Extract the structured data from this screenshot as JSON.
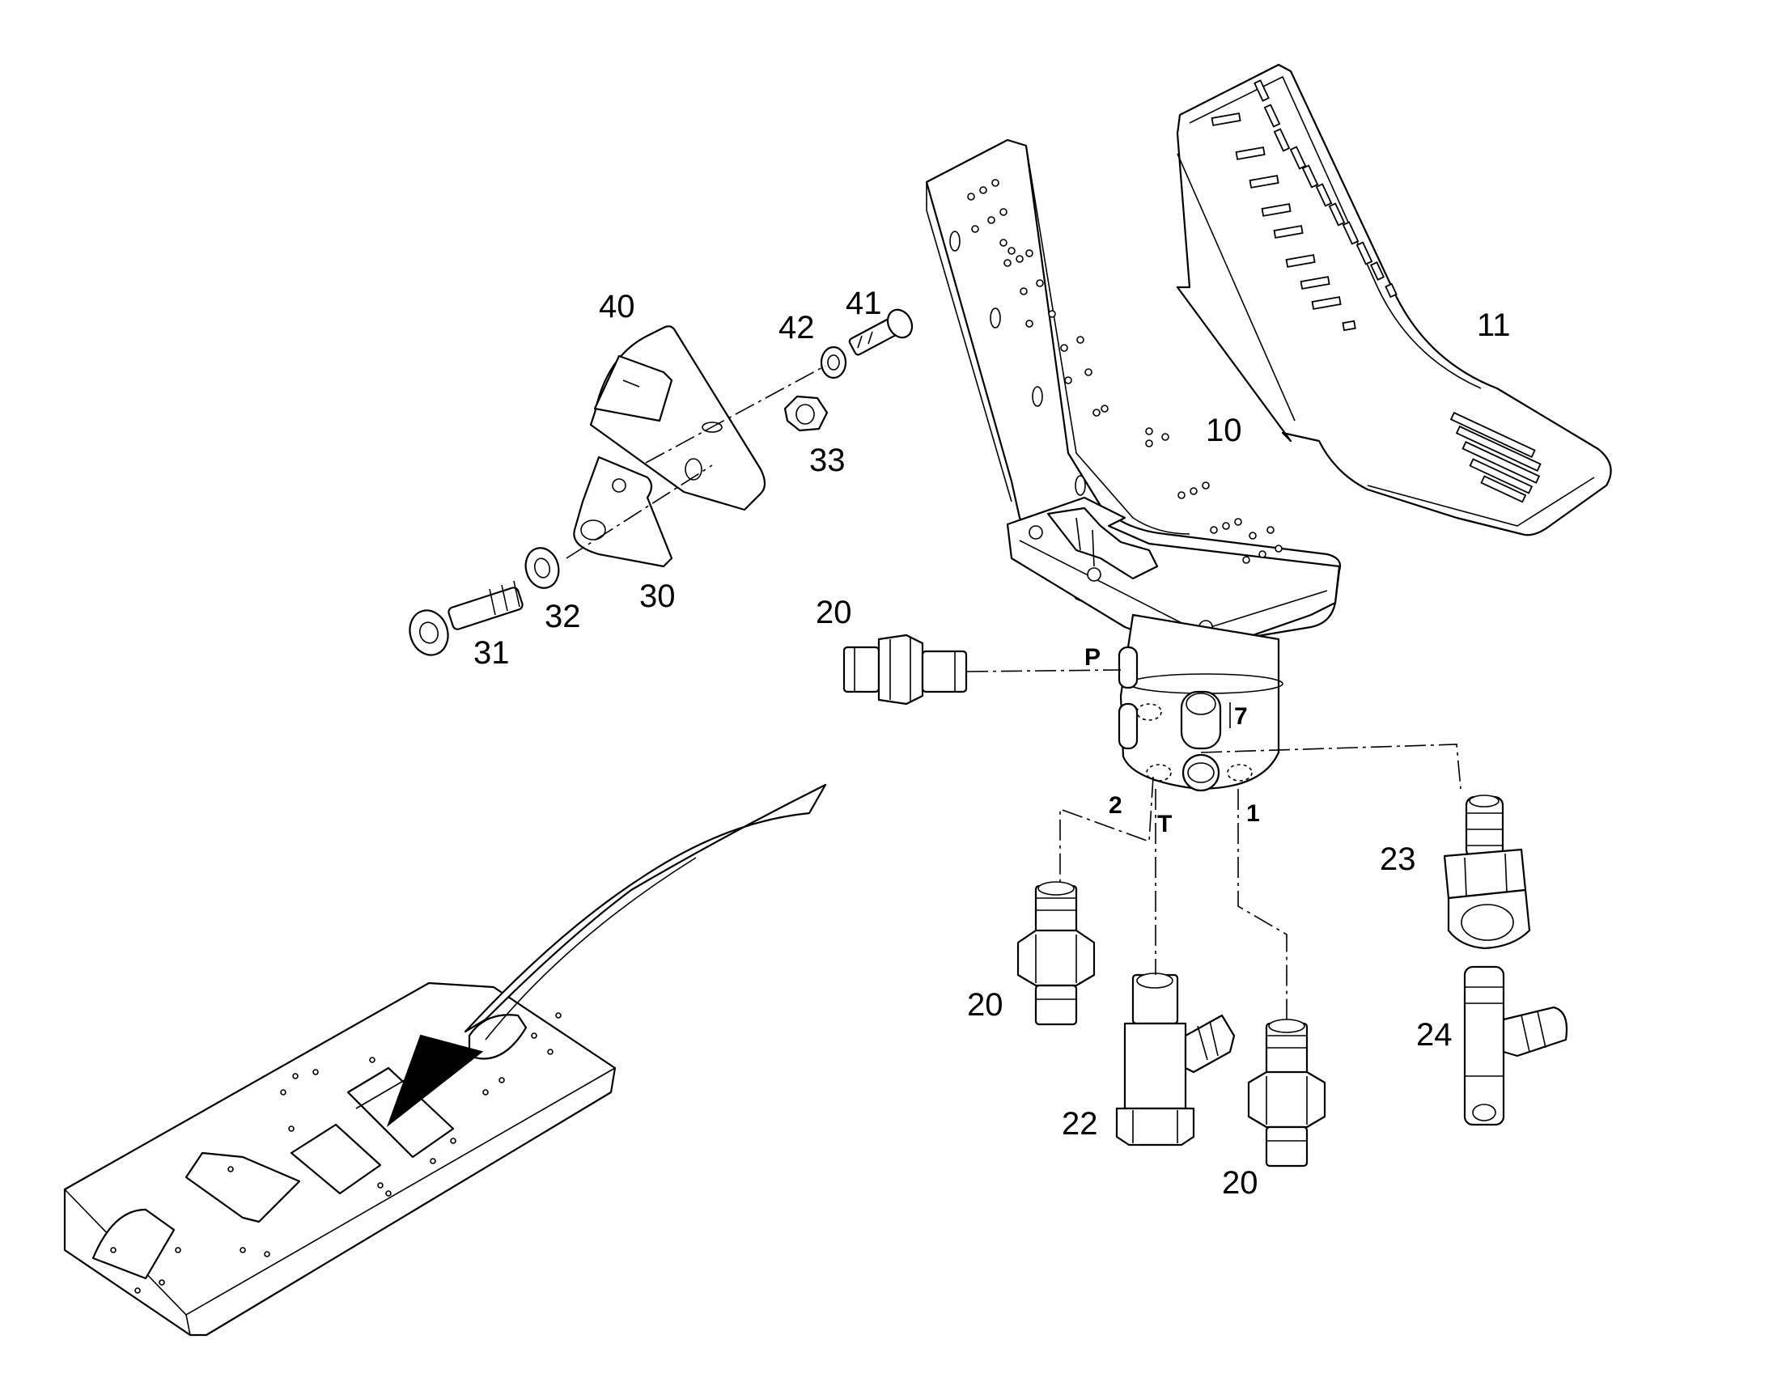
{
  "callouts": {
    "c40": "40",
    "c41": "41",
    "c42": "42",
    "c33": "33",
    "c30": "30",
    "c31": "31",
    "c32": "32",
    "c10": "10",
    "c11": "11",
    "c20a": "20",
    "c20b": "20",
    "c20c": "20",
    "c22": "22",
    "c23": "23",
    "c24": "24"
  },
  "ports": {
    "p": "P",
    "p7": "7",
    "p2": "2",
    "pT": "T",
    "p1": "1"
  }
}
